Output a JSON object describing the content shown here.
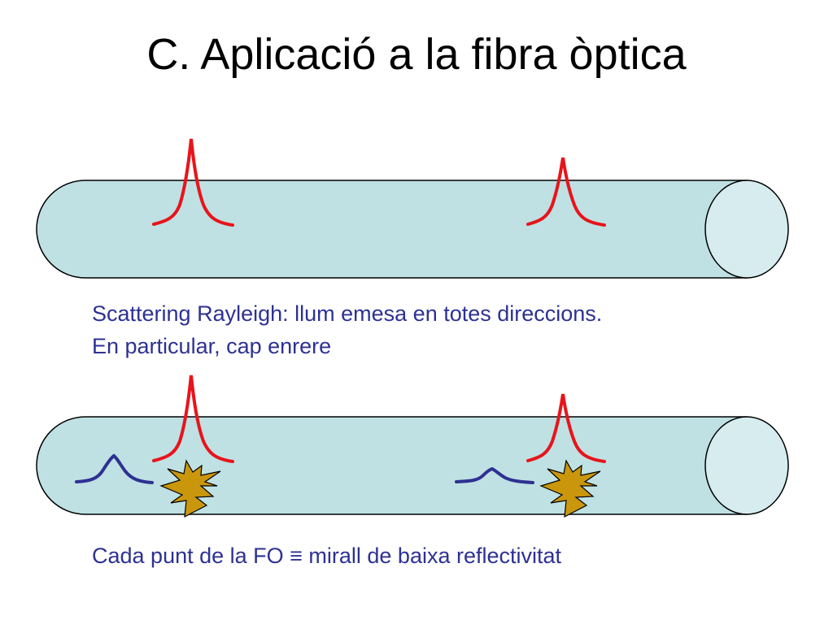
{
  "slide": {
    "title": "C. Aplicació a la fibra òptica"
  },
  "captions": {
    "line1": "Scattering Rayleigh: llum emesa en totes direccions.",
    "line2": "En particular, cap enrere",
    "line3": "Cada punt de la FO ≡ mirall de baixa reflectivitat"
  },
  "colors": {
    "fiber_fill": "#bfe1e3",
    "fiber_end_fill": "#d6ecee",
    "fiber_stroke": "#000000",
    "forward_pulse": "#e8141b",
    "backscatter_pulse": "#2e3192",
    "scatter_point": "#c9960c",
    "caption_text": "#2e3192"
  },
  "icons": {
    "scatter_marker": "star-burst-icon"
  }
}
